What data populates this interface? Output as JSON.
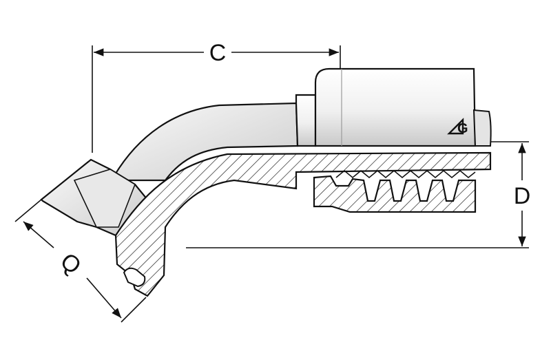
{
  "dimensions": {
    "c_label": "C",
    "d_label": "D",
    "q_label": "Q"
  },
  "logo": {
    "text": "G"
  },
  "colors": {
    "line": "#111111",
    "hatch": "#222222",
    "body_light": "#f2f2f2",
    "body_shade": "#cfcfcf",
    "section_fill": "#ffffff"
  }
}
